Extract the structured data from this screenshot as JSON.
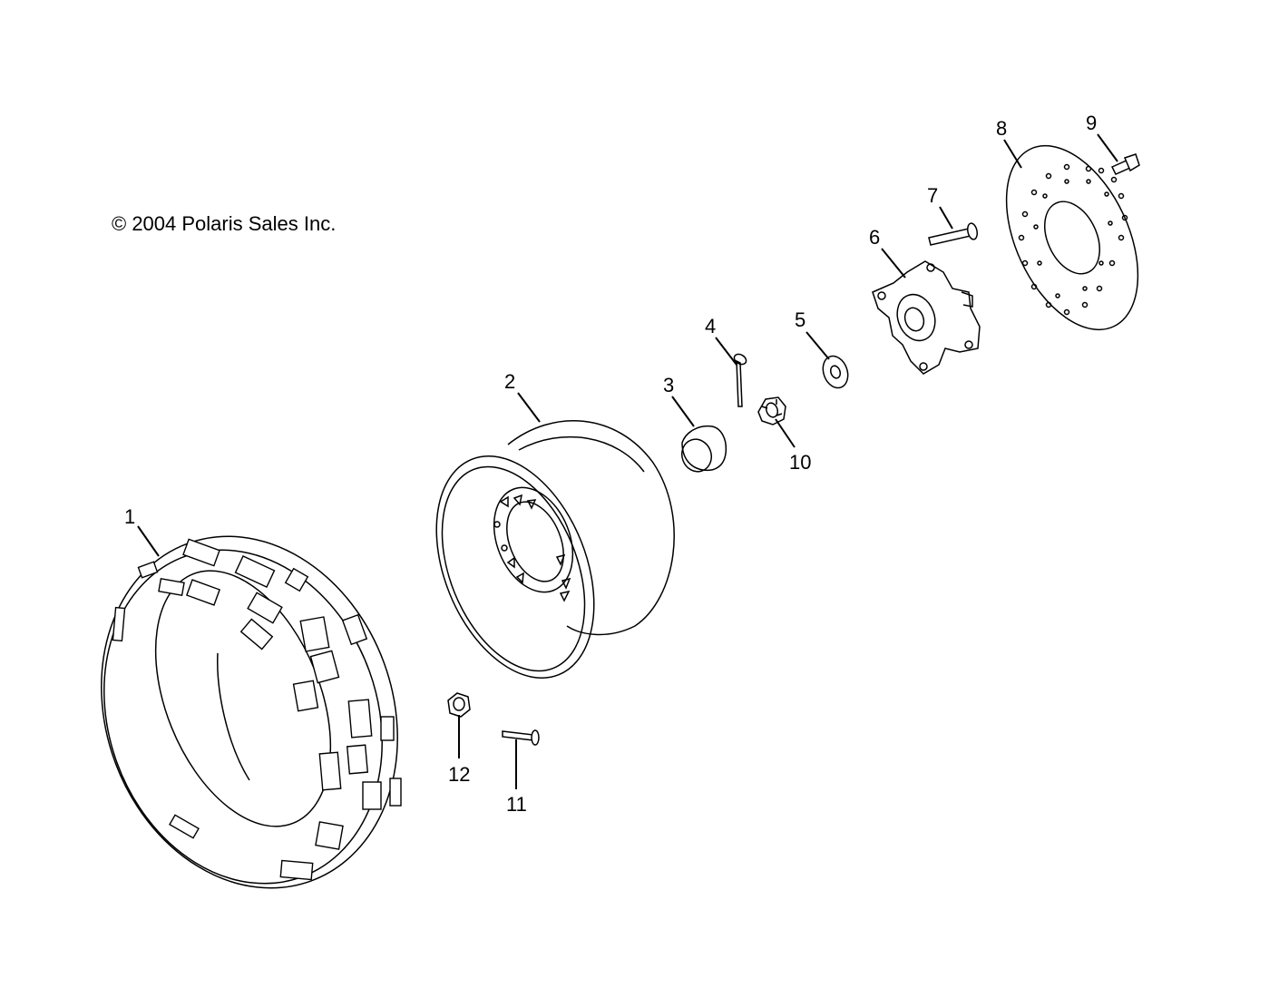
{
  "copyright": "© 2004 Polaris Sales Inc.",
  "callouts": [
    {
      "id": "1",
      "label": "1"
    },
    {
      "id": "2",
      "label": "2"
    },
    {
      "id": "3",
      "label": "3"
    },
    {
      "id": "4",
      "label": "4"
    },
    {
      "id": "5",
      "label": "5"
    },
    {
      "id": "6",
      "label": "6"
    },
    {
      "id": "7",
      "label": "7"
    },
    {
      "id": "8",
      "label": "8"
    },
    {
      "id": "9",
      "label": "9"
    },
    {
      "id": "10",
      "label": "10"
    },
    {
      "id": "11",
      "label": "11"
    },
    {
      "id": "12",
      "label": "12"
    }
  ]
}
